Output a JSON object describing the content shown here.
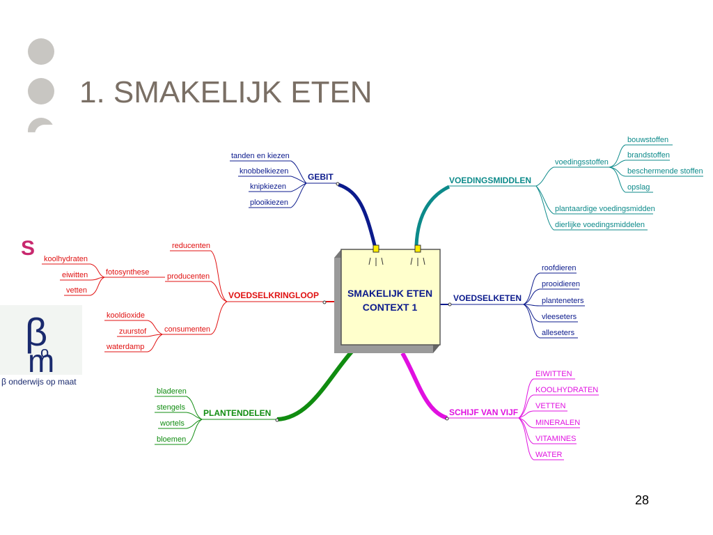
{
  "slide": {
    "title": "1. SMAKELIJK ETEN",
    "page_number": "28"
  },
  "logos": {
    "s_logo": "S",
    "beta_caption": "β onderwijs op maat"
  },
  "mindmap": {
    "center": {
      "line1": "SMAKELIJK ETEN",
      "line2": "CONTEXT 1"
    },
    "branches": {
      "gebit": {
        "label": "GEBIT",
        "color": "#0b1a8c",
        "items": [
          "tanden en kiezen",
          "knobbelkiezen",
          "knipkiezen",
          "plooikiezen"
        ]
      },
      "voedingsmiddlen": {
        "label": "VOEDINGSMIDDLEN",
        "color": "#0c8a8a",
        "sub": {
          "label": "voedingsstoffen",
          "items": [
            "bouwstoffen",
            "brandstoffen",
            "beschermende stoffen",
            "opslag"
          ]
        },
        "items": [
          "plantaardige voedingsmidden",
          "dierlijke voedingsmiddelen"
        ]
      },
      "voedselketen": {
        "label": "VOEDSELKETEN",
        "color": "#0b1a8c",
        "items": [
          "roofdieren",
          "prooidieren",
          "planteneters",
          "vleeseters",
          "alleseters"
        ]
      },
      "schijf": {
        "label": "SCHIJF VAN VIJF",
        "color": "#e010e0",
        "items": [
          "EIWITTEN",
          "KOOLHYDRATEN",
          "VETTEN",
          "MINERALEN",
          "VITAMINES",
          "WATER"
        ]
      },
      "plantendelen": {
        "label": "PLANTENDELEN",
        "color": "#108c10",
        "items": [
          "bladeren",
          "stengels",
          "wortels",
          "bloemen"
        ]
      },
      "voedselkringloop": {
        "label": "VOEDSELKRINGLOOP",
        "color": "#e01010",
        "reducenten": "reducenten",
        "producenten": {
          "label": "producenten",
          "sub": {
            "label": "fotosynthese",
            "items": [
              "koolhydraten",
              "eiwitten",
              "vetten"
            ]
          }
        },
        "consumenten": {
          "label": "consumenten",
          "items": [
            "kooldioxide",
            "zuurstof",
            "waterdamp"
          ]
        }
      }
    }
  }
}
